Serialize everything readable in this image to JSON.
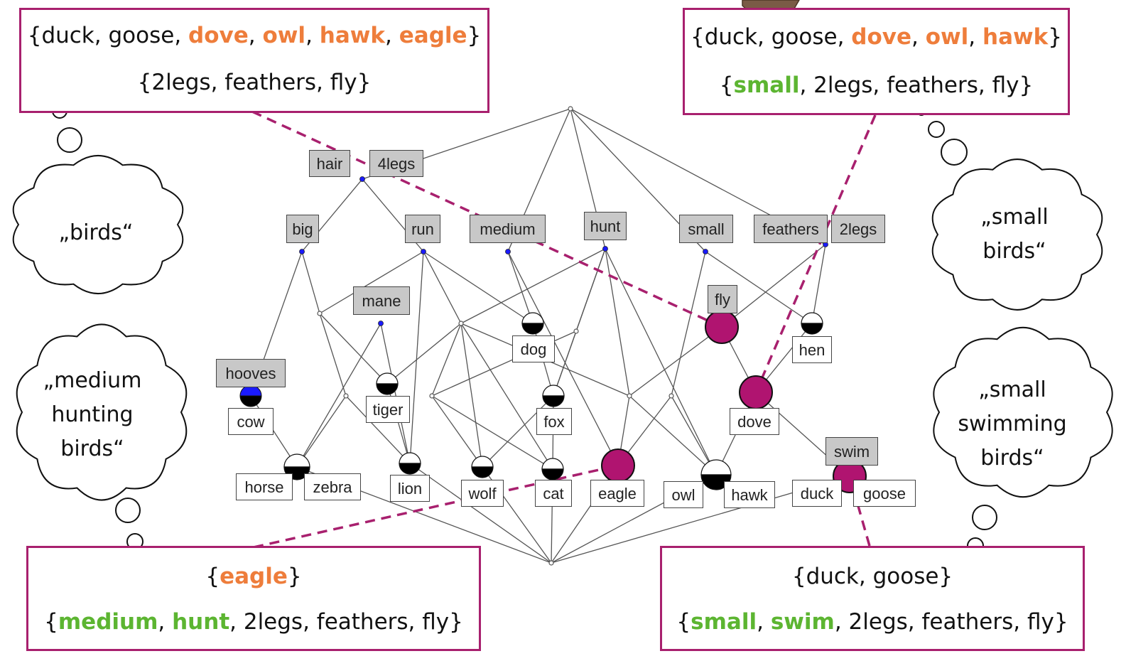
{
  "callouts": {
    "top_left": {
      "objects": [
        {
          "text": "{",
          "style": "plain"
        },
        {
          "text": "duck",
          "style": "plain"
        },
        {
          "text": ", ",
          "style": "plain"
        },
        {
          "text": "goose",
          "style": "plain"
        },
        {
          "text": ", ",
          "style": "plain"
        },
        {
          "text": "dove",
          "style": "orange"
        },
        {
          "text": ", ",
          "style": "plain"
        },
        {
          "text": "owl",
          "style": "orange"
        },
        {
          "text": ", ",
          "style": "plain"
        },
        {
          "text": "hawk",
          "style": "orange"
        },
        {
          "text": ", ",
          "style": "plain"
        },
        {
          "text": "eagle",
          "style": "orange"
        },
        {
          "text": "}",
          "style": "plain"
        }
      ],
      "attributes": [
        {
          "text": "{2legs, feathers, fly}",
          "style": "plain"
        }
      ]
    },
    "top_right": {
      "objects": [
        {
          "text": "{duck, goose, ",
          "style": "plain"
        },
        {
          "text": "dove",
          "style": "orange"
        },
        {
          "text": ", ",
          "style": "plain"
        },
        {
          "text": "owl",
          "style": "orange"
        },
        {
          "text": ", ",
          "style": "plain"
        },
        {
          "text": "hawk",
          "style": "orange"
        },
        {
          "text": "}",
          "style": "plain"
        }
      ],
      "attributes": [
        {
          "text": "{",
          "style": "plain"
        },
        {
          "text": "small",
          "style": "green"
        },
        {
          "text": ", 2legs, feathers, fly}",
          "style": "plain"
        }
      ]
    },
    "bottom_left": {
      "objects": [
        {
          "text": "{",
          "style": "plain"
        },
        {
          "text": "eagle",
          "style": "orange"
        },
        {
          "text": "}",
          "style": "plain"
        }
      ],
      "attributes": [
        {
          "text": "{",
          "style": "plain"
        },
        {
          "text": "medium",
          "style": "green"
        },
        {
          "text": ", ",
          "style": "plain"
        },
        {
          "text": "hunt",
          "style": "green"
        },
        {
          "text": ", 2legs, feathers, fly}",
          "style": "plain"
        }
      ]
    },
    "bottom_right": {
      "objects": [
        {
          "text": "{duck, goose}",
          "style": "plain"
        }
      ],
      "attributes": [
        {
          "text": "{",
          "style": "plain"
        },
        {
          "text": "small",
          "style": "green"
        },
        {
          "text": ", ",
          "style": "plain"
        },
        {
          "text": "swim",
          "style": "green"
        },
        {
          "text": ", 2legs, feathers, fly}",
          "style": "plain"
        }
      ]
    }
  },
  "thoughts": {
    "birds": [
      "„birds“"
    ],
    "small_birds": [
      "„small",
      "birds“"
    ],
    "medium_hunting_birds": [
      "„medium",
      "hunting",
      "birds“"
    ],
    "small_swimming_birds": [
      "„small",
      "swimming",
      "birds“"
    ]
  },
  "attribute_labels": {
    "hair": "hair",
    "legs4": "4legs",
    "big": "big",
    "run": "run",
    "medium": "medium",
    "hunt": "hunt",
    "small": "small",
    "feathers": "feathers",
    "legs2": "2legs",
    "mane": "mane",
    "fly": "fly",
    "hooves": "hooves",
    "swim": "swim"
  },
  "object_labels": {
    "dog": "dog",
    "hen": "hen",
    "cow": "cow",
    "tiger": "tiger",
    "fox": "fox",
    "dove": "dove",
    "horse": "horse",
    "zebra": "zebra",
    "lion": "lion",
    "wolf": "wolf",
    "cat": "cat",
    "eagle": "eagle",
    "owl": "owl",
    "hawk": "hawk",
    "duck": "duck",
    "goose": "goose"
  },
  "colors": {
    "accent": "#a8206e",
    "highlight_node": "#b01470",
    "object_set": "#ee7d3b",
    "attribute_set": "#5cb531",
    "attribute_fill": "#c8c8c8",
    "concept_blue": "#1a1aff",
    "edge": "#555555"
  }
}
